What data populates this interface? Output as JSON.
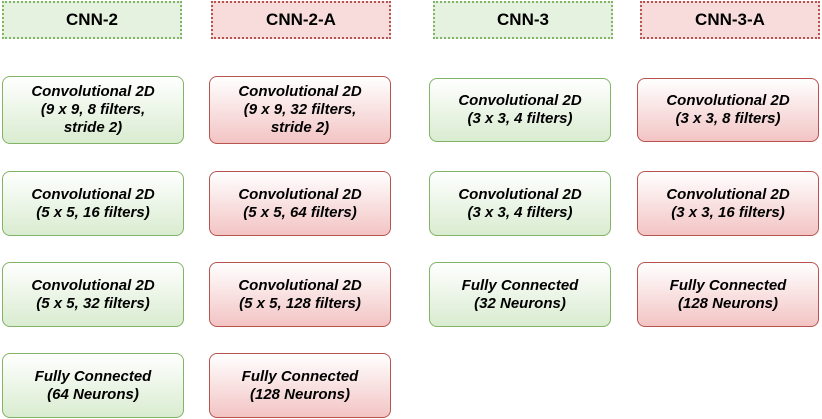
{
  "columns": [
    {
      "title": "CNN-2",
      "layers": [
        [
          "Convolutional 2D",
          "(9 x 9, 8 filters,",
          "stride 2)"
        ],
        [
          "Convolutional 2D",
          "(5 x 5, 16 filters)"
        ],
        [
          "Convolutional 2D",
          "(5 x 5, 32 filters)"
        ],
        [
          "Fully Connected",
          "(64 Neurons)"
        ]
      ]
    },
    {
      "title": "CNN-2-A",
      "layers": [
        [
          "Convolutional 2D",
          "(9 x 9, 32 filters,",
          "stride 2)"
        ],
        [
          "Convolutional 2D",
          "(5 x 5, 64 filters)"
        ],
        [
          "Convolutional 2D",
          "(5 x 5, 128 filters)"
        ],
        [
          "Fully Connected",
          "(128 Neurons)"
        ]
      ]
    },
    {
      "title": "CNN-3",
      "layers": [
        [
          "Convolutional 2D",
          "(3 x 3, 4 filters)"
        ],
        [
          "Convolutional 2D",
          "(3 x 3, 4 filters)"
        ],
        [
          "Fully Connected",
          "(32 Neurons)"
        ]
      ]
    },
    {
      "title": "CNN-3-A",
      "layers": [
        [
          "Convolutional 2D",
          "(3 x 3, 8 filters)"
        ],
        [
          "Convolutional 2D",
          "(3 x 3, 16 filters)"
        ],
        [
          "Fully Connected",
          "(128 Neurons)"
        ]
      ]
    }
  ],
  "colors": {
    "green_border": "#82b366",
    "green_fill": "#d9ecd0",
    "red_border": "#b85450",
    "red_fill": "#f3c4c4"
  }
}
